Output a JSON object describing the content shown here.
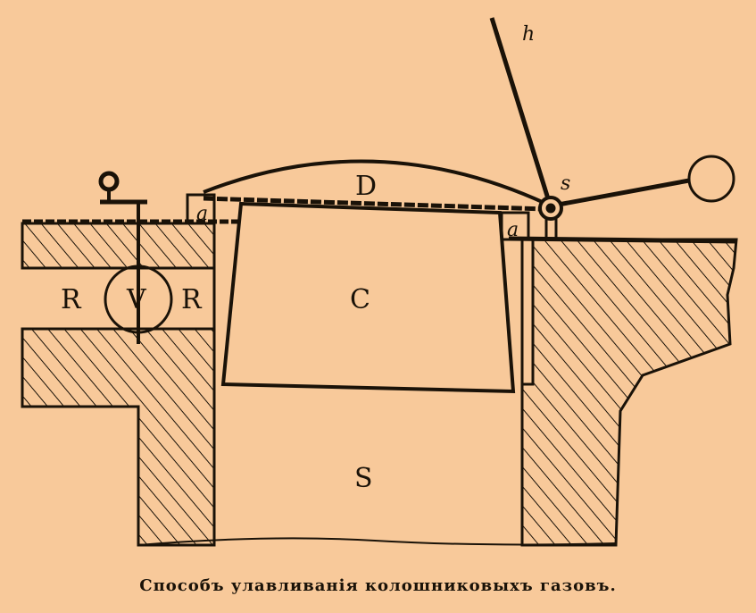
{
  "figure": {
    "caption": "Способъ улавливанія колошниковыхъ газовъ.",
    "labels": {
      "R_left": "R",
      "V": "V",
      "R_right": "R",
      "C": "C",
      "S": "S",
      "D": "D",
      "a_left": "a",
      "a_right": "a",
      "s": "s",
      "h": "h"
    }
  },
  "colors": {
    "background": "#f8c99a",
    "ink": "#1a1208"
  }
}
